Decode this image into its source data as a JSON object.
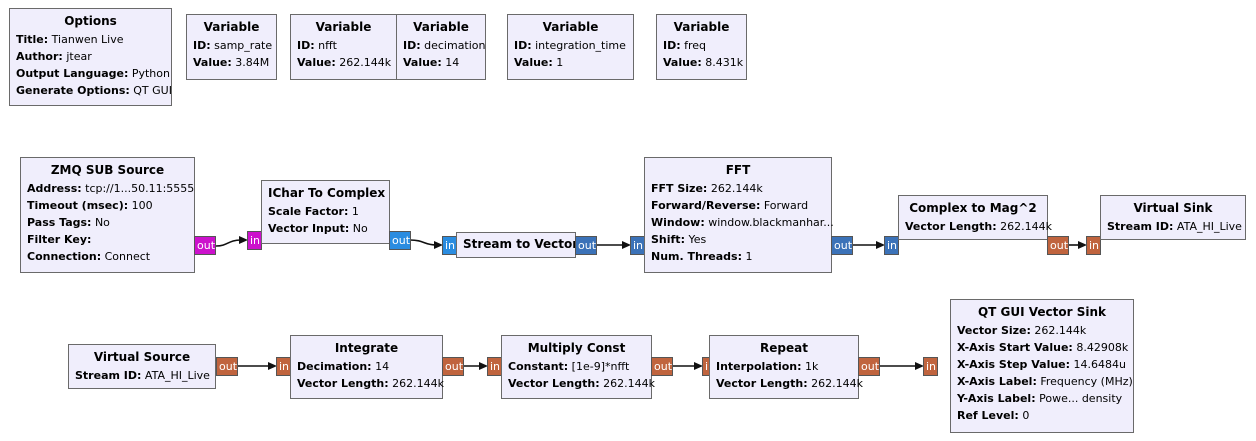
{
  "options": {
    "title": "Options",
    "rows": [
      {
        "k": "Title:",
        "v": " Tianwen Live"
      },
      {
        "k": "Author:",
        "v": " jtear"
      },
      {
        "k": "Output Language:",
        "v": " Python"
      },
      {
        "k": "Generate Options:",
        "v": " QT GUI"
      }
    ]
  },
  "variables": [
    {
      "title": "Variable",
      "id": " samp_rate",
      "value": " 3.84M"
    },
    {
      "title": "Variable",
      "id": " nfft",
      "value": " 262.144k"
    },
    {
      "title": "Variable",
      "id": " decimation",
      "value": " 14"
    },
    {
      "title": "Variable",
      "id": " integration_time",
      "value": " 1"
    },
    {
      "title": "Variable",
      "id": " freq",
      "value": " 8.431k"
    }
  ],
  "labels": {
    "id": "ID:",
    "value": "Value:"
  },
  "ports": {
    "in": "in",
    "out": "out"
  },
  "zmq": {
    "title": "ZMQ SUB Source",
    "rows": [
      {
        "k": "Address:",
        "v": " tcp://1...50.11:5555"
      },
      {
        "k": "Timeout (msec):",
        "v": " 100"
      },
      {
        "k": "Pass Tags:",
        "v": " No"
      },
      {
        "k": "Filter Key:",
        "v": ""
      },
      {
        "k": "Connection:",
        "v": " Connect"
      }
    ]
  },
  "ichar": {
    "title": "IChar To Complex",
    "rows": [
      {
        "k": "Scale Factor:",
        "v": " 1"
      },
      {
        "k": "Vector Input:",
        "v": " No"
      }
    ]
  },
  "s2v": {
    "title": "Stream to Vector"
  },
  "fft": {
    "title": "FFT",
    "rows": [
      {
        "k": "FFT Size:",
        "v": " 262.144k"
      },
      {
        "k": "Forward/Reverse:",
        "v": " Forward"
      },
      {
        "k": "Window:",
        "v": " window.blackmanhar..."
      },
      {
        "k": "Shift:",
        "v": " Yes"
      },
      {
        "k": "Num. Threads:",
        "v": " 1"
      }
    ]
  },
  "mag": {
    "title": "Complex to Mag^2",
    "rows": [
      {
        "k": "Vector Length:",
        "v": " 262.144k"
      }
    ]
  },
  "vsink": {
    "title": "Virtual Sink",
    "rows": [
      {
        "k": "Stream ID:",
        "v": " ATA_HI_Live"
      }
    ]
  },
  "vsource": {
    "title": "Virtual Source",
    "rows": [
      {
        "k": "Stream ID:",
        "v": " ATA_HI_Live"
      }
    ]
  },
  "integrate": {
    "title": "Integrate",
    "rows": [
      {
        "k": "Decimation:",
        "v": " 14"
      },
      {
        "k": "Vector Length:",
        "v": " 262.144k"
      }
    ]
  },
  "mult": {
    "title": "Multiply Const",
    "rows": [
      {
        "k": "Constant:",
        "v": " [1e-9]*nfft"
      },
      {
        "k": "Vector Length:",
        "v": " 262.144k"
      }
    ]
  },
  "repeat": {
    "title": "Repeat",
    "rows": [
      {
        "k": "Interpolation:",
        "v": " 1k"
      },
      {
        "k": "Vector Length:",
        "v": " 262.144k"
      }
    ]
  },
  "qtsink": {
    "title": "QT GUI Vector Sink",
    "rows": [
      {
        "k": "Vector Size:",
        "v": " 262.144k"
      },
      {
        "k": "X-Axis Start Value:",
        "v": " 8.42908k"
      },
      {
        "k": "X-Axis Step Value:",
        "v": " 14.6484u"
      },
      {
        "k": "X-Axis Label:",
        "v": " Frequency (MHz)"
      },
      {
        "k": "Y-Axis Label:",
        "v": " Powe... density"
      },
      {
        "k": "Ref Level:",
        "v": " 0"
      }
    ]
  }
}
